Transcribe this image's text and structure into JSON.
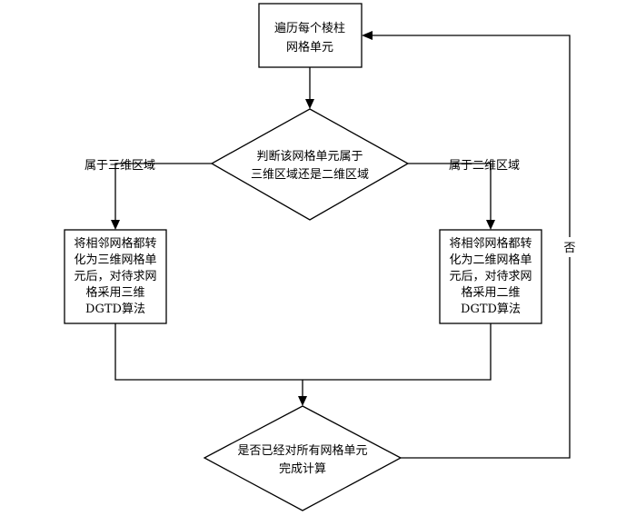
{
  "diagram": {
    "nodes": {
      "traverse": {
        "lines": [
          "遍历每个棱柱",
          "网格单元"
        ]
      },
      "decision": {
        "lines": [
          "判断该网格单元属于",
          "三维区域还是二维区域"
        ]
      },
      "left_process": {
        "lines": [
          "将相邻网格都转",
          "化为三维网格单",
          "元后，对待求网",
          "格采用三维",
          "DGTD算法"
        ]
      },
      "right_process": {
        "lines": [
          "将相邻网格都转",
          "化为二维网格单",
          "元后，对待求网",
          "格采用二维",
          "DGTD算法"
        ]
      },
      "check": {
        "lines": [
          "是否已经对所有网格单元",
          "完成计算"
        ]
      }
    },
    "edge_labels": {
      "left": "属于三维区域",
      "right": "属于二维区域",
      "no": "否"
    }
  }
}
